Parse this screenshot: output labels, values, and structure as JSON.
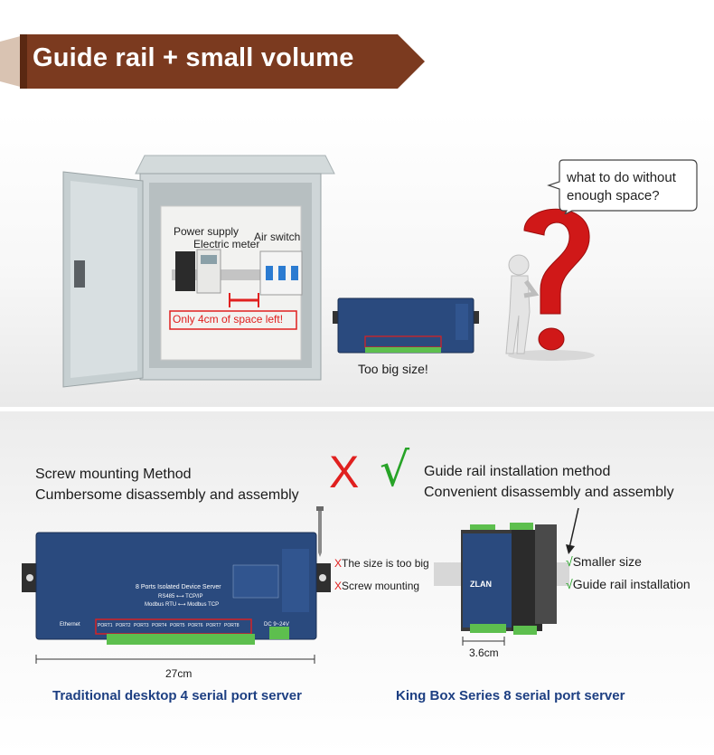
{
  "banner": {
    "title": "Guide rail + small volume"
  },
  "cabinet": {
    "power_supply_label": "Power supply",
    "electric_meter_label": "Electric meter",
    "air_switch_label": "Air switch",
    "space_warning": "Only 4cm of space left!"
  },
  "problem": {
    "device_caption": "Too big size!",
    "bubble_line1": "what to do without",
    "bubble_line2": "enough space?"
  },
  "comparison": {
    "left_heading1": "Screw mounting Method",
    "left_heading2": "Cumbersome disassembly and assembly",
    "left_mark": "X",
    "right_mark": "√",
    "right_heading1": "Guide rail installation method",
    "right_heading2": "Convenient disassembly and assembly",
    "left_point1": "The size is too big",
    "left_point2": "Screw mounting",
    "right_point1": "Smaller size",
    "right_point2": "Guide rail installation",
    "left_dimension": "27cm",
    "right_dimension": "3.6cm",
    "left_caption": "Traditional desktop 4 serial port server",
    "right_caption": "King Box Series 8 serial port server"
  },
  "big_device": {
    "title": "8 Ports Isolated Device Server",
    "line1": "RS485 ⟷ TCP/IP",
    "line2": "Modbus RTU ⟷ Modbus TCP",
    "ethernet_label": "Ethernet",
    "ports": [
      "PORT1",
      "PORT2",
      "PORT3",
      "PORT4",
      "PORT5",
      "PORT6",
      "PORT7",
      "PORT8"
    ],
    "dc_label": "DC 9~24V"
  },
  "small_device": {
    "brand": "ZLAN"
  },
  "colors": {
    "banner": "#7b3a1f",
    "banner_dark": "#5a2812",
    "caption_blue": "#1d3f82",
    "red": "#e0201f",
    "green": "#27a327",
    "device_blue": "#2a4a7e",
    "terminal_green": "#5dbf4e"
  }
}
